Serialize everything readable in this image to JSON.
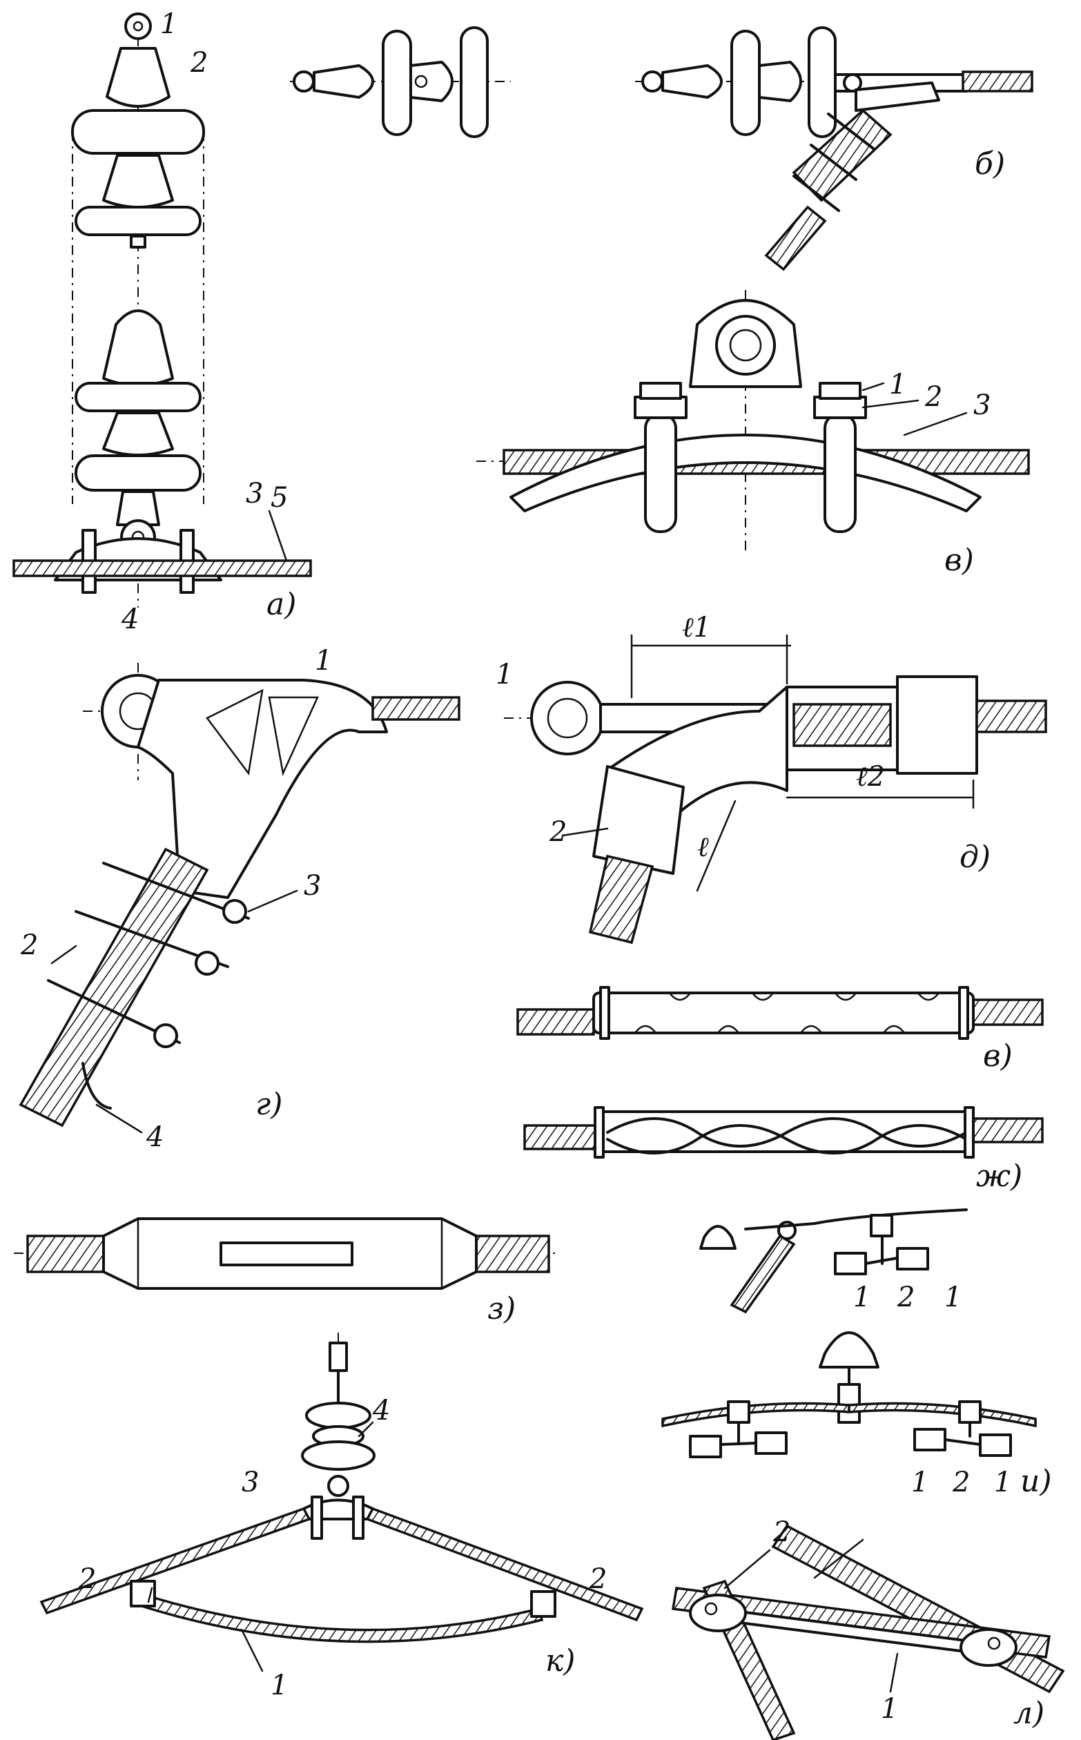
{
  "captions": {
    "a": "а)",
    "b": "б)",
    "v_top": "в)",
    "g": "г)",
    "d": "д)",
    "v_mid": "в)",
    "zh": "ж)",
    "z": "з)",
    "i": "и)",
    "k": "к)",
    "l": "л)"
  },
  "labels": {
    "a": [
      "1",
      "2",
      "3",
      "4",
      "5"
    ],
    "v_top": [
      "1",
      "2",
      "3"
    ],
    "g": [
      "1",
      "2",
      "3",
      "4"
    ],
    "d": [
      "1",
      "2"
    ],
    "d_dims": [
      "ℓ1",
      "ℓ2",
      "ℓ"
    ],
    "i_top": [
      "1",
      "2",
      "1"
    ],
    "i_bottom": [
      "1",
      "2",
      "1"
    ],
    "k": [
      "4",
      "3",
      "2",
      "2",
      "1"
    ],
    "l": [
      "2",
      "1"
    ]
  }
}
